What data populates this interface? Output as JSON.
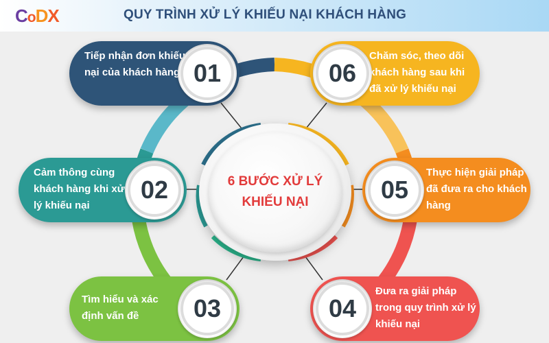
{
  "header": {
    "logo": {
      "c": "C",
      "o": "o",
      "d": "D",
      "x": "X"
    },
    "title": "QUY TRÌNH XỬ LÝ KHIẾU NẠI KHÁCH HÀNG"
  },
  "center": {
    "text": "6 BƯỚC XỬ LÝ KHIẾU NẠI"
  },
  "steps": [
    {
      "number": "01",
      "text": "Tiếp nhận đơn khiếu nại của khách hàng",
      "color": "#2e5478"
    },
    {
      "number": "02",
      "text": "Cảm thông cùng khách hàng khi xử lý khiếu nại",
      "color": "#2b9a94"
    },
    {
      "number": "03",
      "text": "Tìm hiểu và xác định vấn đề",
      "color": "#7cc242"
    },
    {
      "number": "04",
      "text": "Đưa ra giải pháp trong quy trình xử lý khiếu nại",
      "color": "#ef5350"
    },
    {
      "number": "05",
      "text": "Thực hiện giải pháp đã đưa ra cho khách hàng",
      "color": "#f48d1f"
    },
    {
      "number": "06",
      "text": "Chăm sóc, theo dõi khách hàng sau khi đã xử lý khiếu nại",
      "color": "#f6b520"
    }
  ]
}
